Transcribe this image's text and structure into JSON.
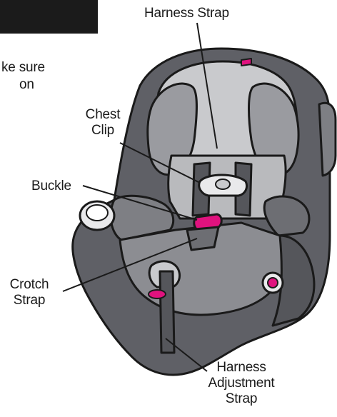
{
  "labels": {
    "harness_strap": "Harness Strap",
    "chest_clip_line1": "Chest",
    "chest_clip_line2": "Clip",
    "buckle": "Buckle",
    "crotch_strap_line1": "Crotch",
    "crotch_strap_line2": "Strap",
    "harness_adjustment_line1": "Harness",
    "harness_adjustment_line2": "Adjustment",
    "harness_adjustment_line3": "Strap"
  },
  "cropped_text": {
    "line1": "ke sure",
    "line2": "on"
  },
  "colors": {
    "seat_dark": "#5f6066",
    "seat_mid": "#8c8d92",
    "seat_light": "#c9cacd",
    "accent_pink": "#e0127e",
    "outline": "#1a1a1a"
  }
}
